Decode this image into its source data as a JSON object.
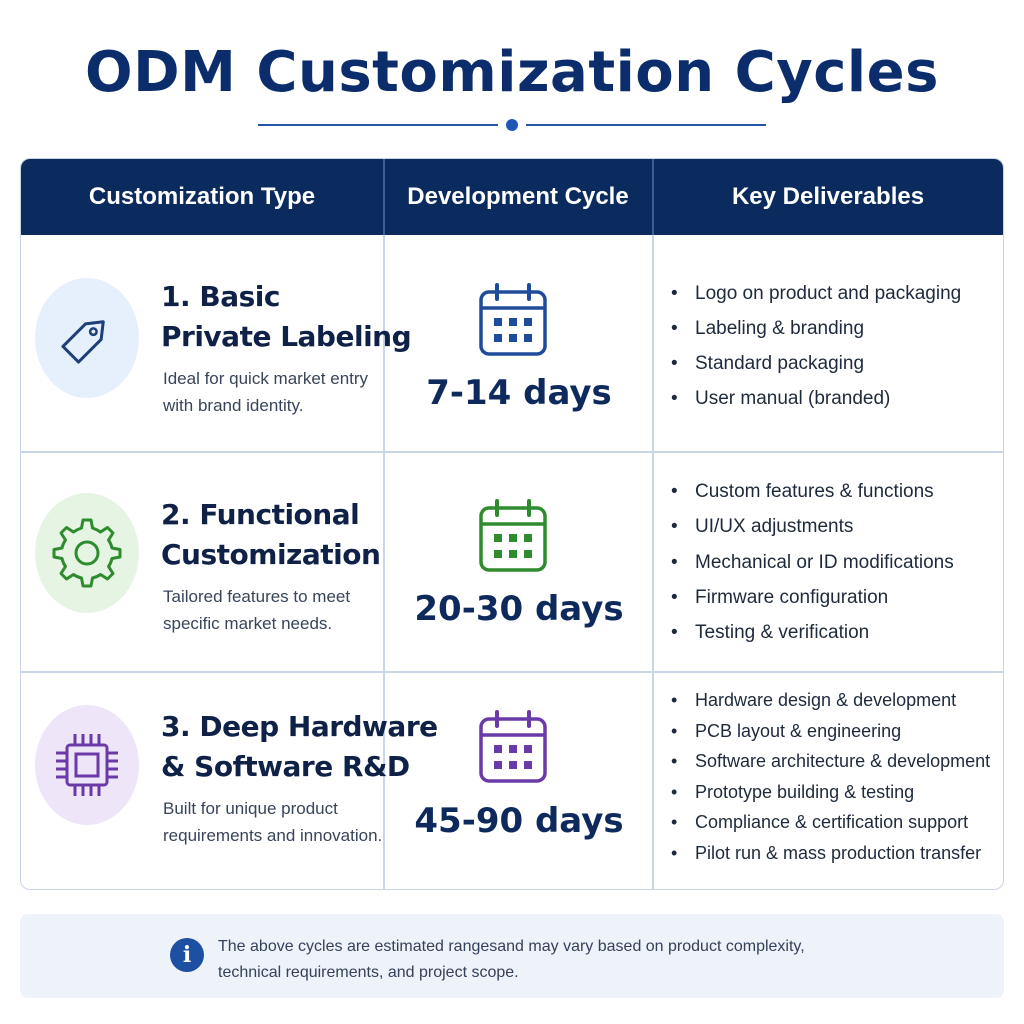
{
  "title": "ODM Customization Cycles",
  "colors": {
    "header_bg": "#0b2a5e",
    "row1_accent": "#1e4b9a",
    "row2_accent": "#2e8b2e",
    "row3_accent": "#6a3aa8",
    "row1_circle": "#e6effc",
    "row2_circle": "#e5f4e3",
    "row3_circle": "#eee6f8"
  },
  "table": {
    "headers": [
      "Customization Type",
      "Development Cycle",
      "Key Deliverables"
    ],
    "rows": [
      {
        "icon": "tag-icon",
        "type_line1": "1. Basic",
        "type_line2": "Private Labeling",
        "desc_line1": "Ideal for quick market entry",
        "desc_line2": "with brand identity.",
        "calendar_icon": "calendar-icon",
        "cycle": "7-14 days",
        "deliverables": [
          "Logo on product and packaging",
          "Labeling & branding",
          "Standard packaging",
          "User manual (branded)"
        ]
      },
      {
        "icon": "gear-icon",
        "type_line1": "2. Functional",
        "type_line2": "Customization",
        "desc_line1": "Tailored features to meet",
        "desc_line2": "specific market needs.",
        "calendar_icon": "calendar-icon",
        "cycle": "20-30 days",
        "deliverables": [
          "Custom features & functions",
          "UI/UX adjustments",
          "Mechanical or ID modifications",
          "Firmware configuration",
          "Testing & verification"
        ]
      },
      {
        "icon": "chip-icon",
        "type_line1": "3. Deep Hardware",
        "type_line2": "& Software R&D",
        "desc_line1": "Built for unique product",
        "desc_line2": "requirements and innovation.",
        "calendar_icon": "calendar-icon",
        "cycle": "45-90 days",
        "deliverables": [
          "Hardware design & development",
          "PCB layout & engineering",
          "Software architecture & development",
          "Prototype building & testing",
          "Compliance & certification support",
          "Pilot run & mass production transfer"
        ]
      }
    ]
  },
  "note": {
    "icon": "info-icon",
    "glyph": "i",
    "line1": "The above cycles are estimated rangesand may vary based on product complexity,",
    "line2": "technical requirements, and project scope."
  }
}
